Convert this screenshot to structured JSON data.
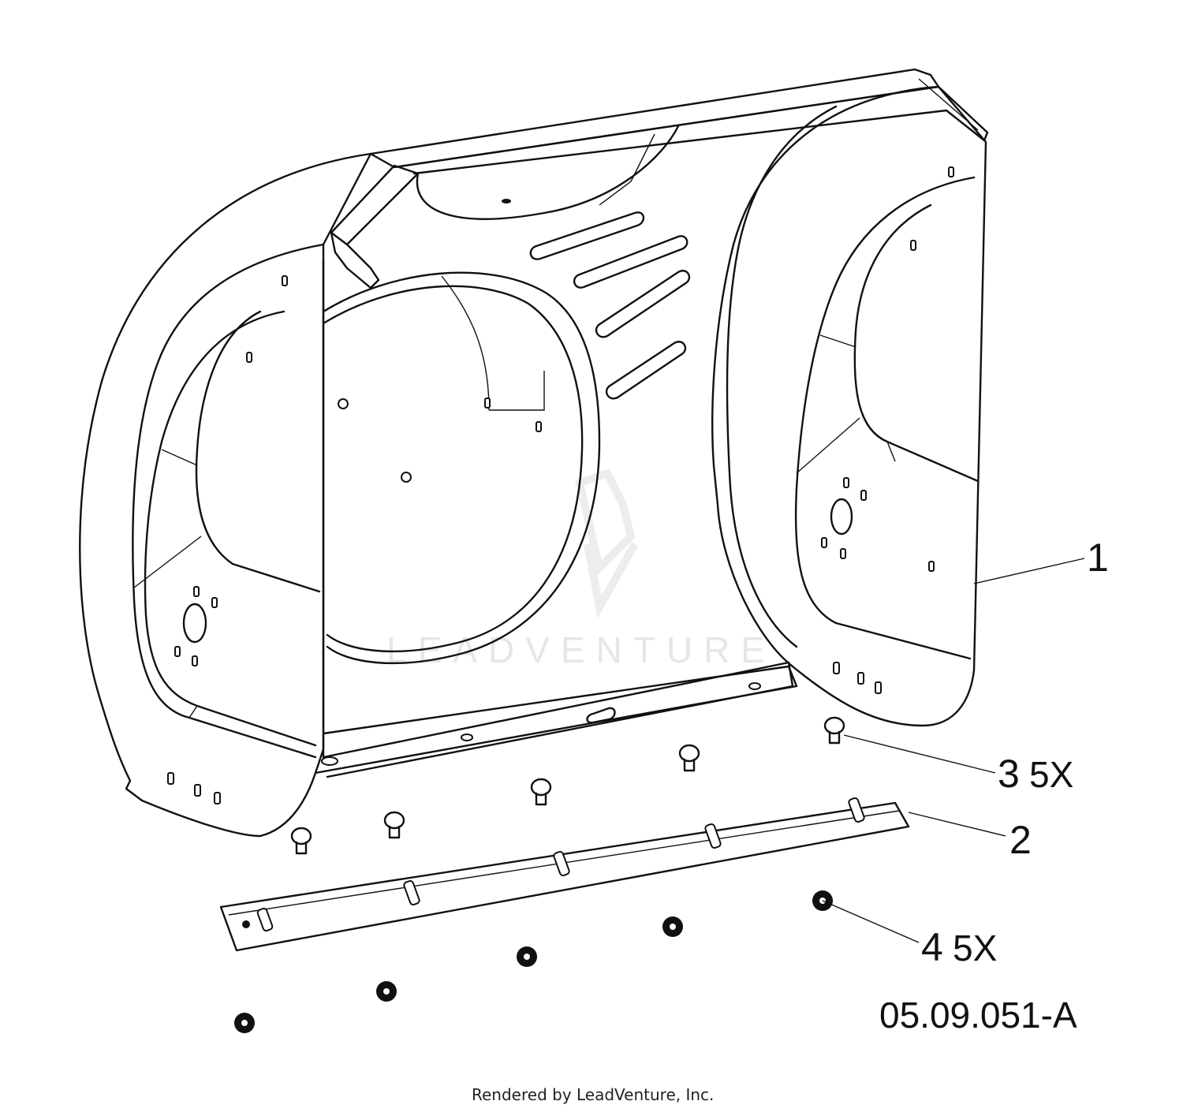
{
  "callouts": [
    {
      "number": "1",
      "quantity": ""
    },
    {
      "number": "2",
      "quantity": ""
    },
    {
      "number": "3",
      "quantity": "5X"
    },
    {
      "number": "4",
      "quantity": "5X"
    }
  ],
  "diagram_code": "05.09.051-A",
  "watermark": "LEADVENTURE",
  "credit": "Rendered by LeadVenture, Inc.",
  "icons": [
    "leadventure-logo-watermark"
  ]
}
